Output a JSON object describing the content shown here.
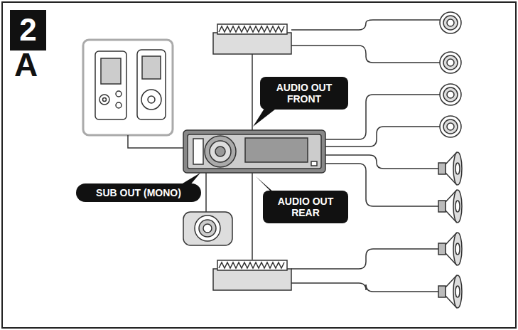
{
  "diagram": {
    "nodes": [
      {
        "text": [
          "2"
        ]
      },
      {
        "text": [
          "AUDIO OUT FRONT"
        ]
      },
      {
        "text": [
          "SUB OUT (MONO)"
        ]
      },
      {
        "text": [
          "AUDIO OUT REAR"
        ]
      }
    ],
    "labels": [
      "A"
    ]
  }
}
